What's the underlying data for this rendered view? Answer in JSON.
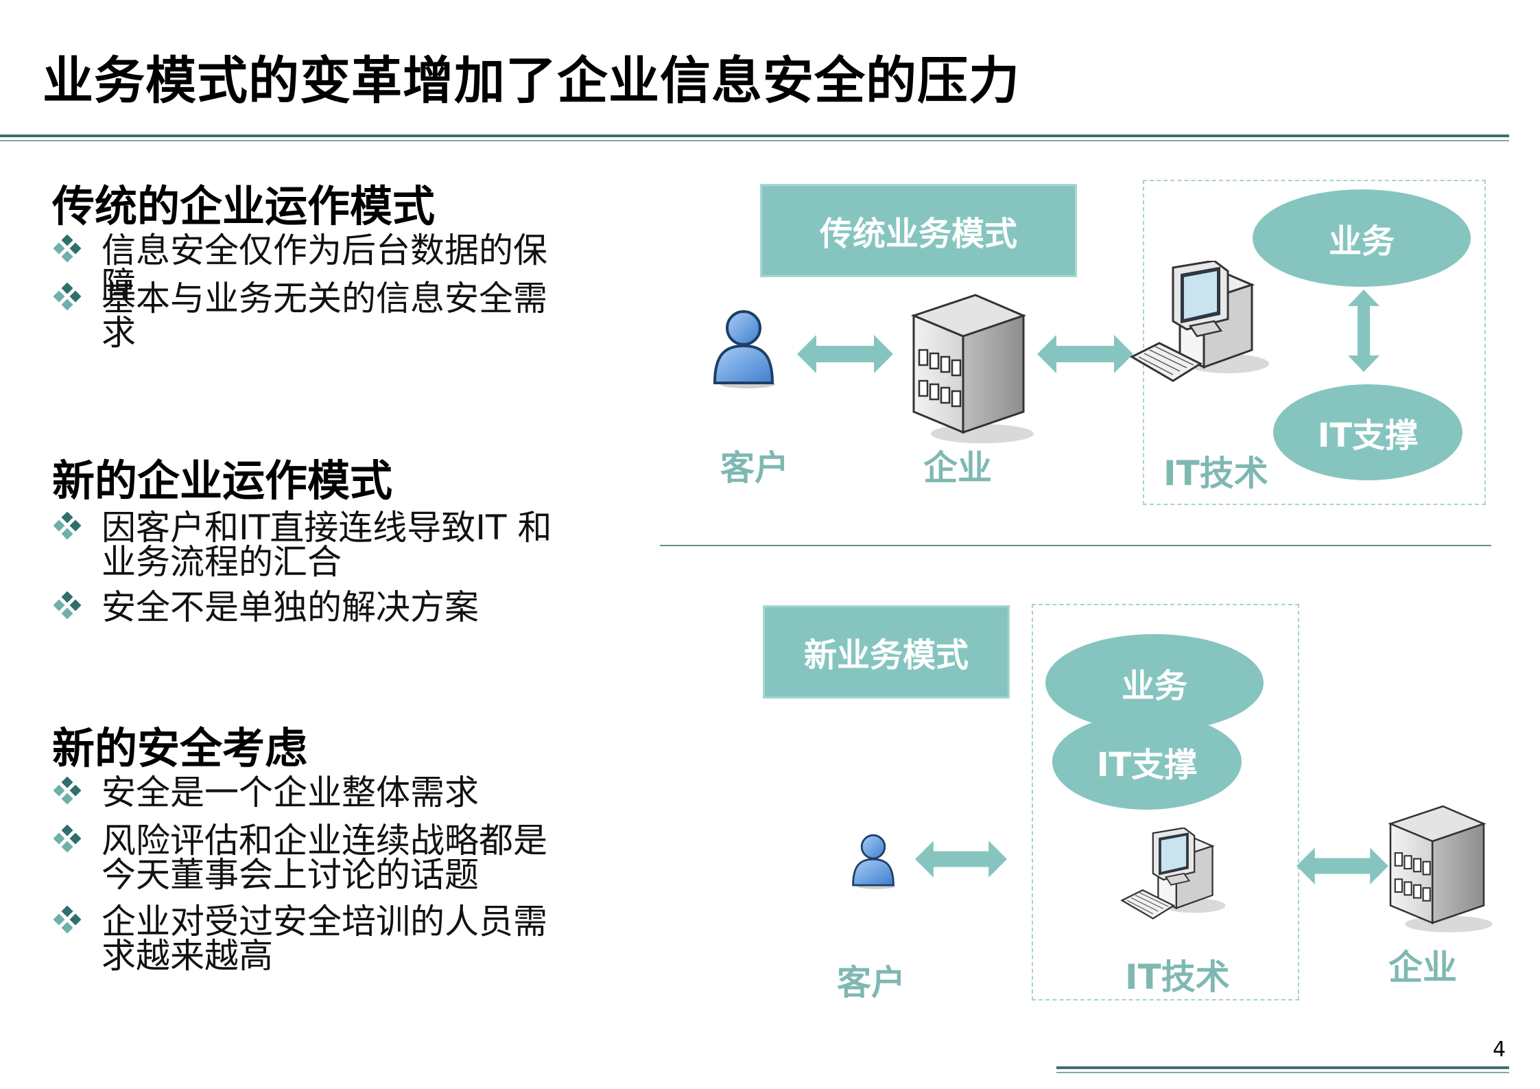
{
  "title": "业务模式的变革增加了企业信息安全的压力",
  "left": {
    "sections": [
      {
        "heading": "传统的企业运作模式",
        "bullets": [
          "信息安全仅作为后台数据的保障",
          "基本与业务无关的信息安全需求"
        ]
      },
      {
        "heading": "新的企业运作模式",
        "bullets": [
          "因客户和IT直接连线导致IT 和业务流程的汇合",
          "安全不是单独的解决方案"
        ]
      },
      {
        "heading": "新的安全考虑",
        "bullets": [
          "安全是一个企业整体需求",
          "风险评估和企业连续战略都是今天董事会上讨论的话题",
          "企业对受过安全培训的人员需求越来越高"
        ]
      }
    ]
  },
  "diagram_top": {
    "mode_label": "传统业务模式",
    "customer": "客户",
    "enterprise": "企业",
    "it_tech": "IT技术",
    "business": "业务",
    "it_support": "IT支撑"
  },
  "diagram_bottom": {
    "mode_label": "新业务模式",
    "business": "业务",
    "it_support": "IT支撑",
    "customer": "客户",
    "it_tech": "IT技术",
    "enterprise": "企业"
  },
  "page_number": "4",
  "colors": {
    "accent": "#86c5bf",
    "rule": "#3f6f6c",
    "label": "#7fb8b2",
    "bullet": "#2f6f6a"
  }
}
